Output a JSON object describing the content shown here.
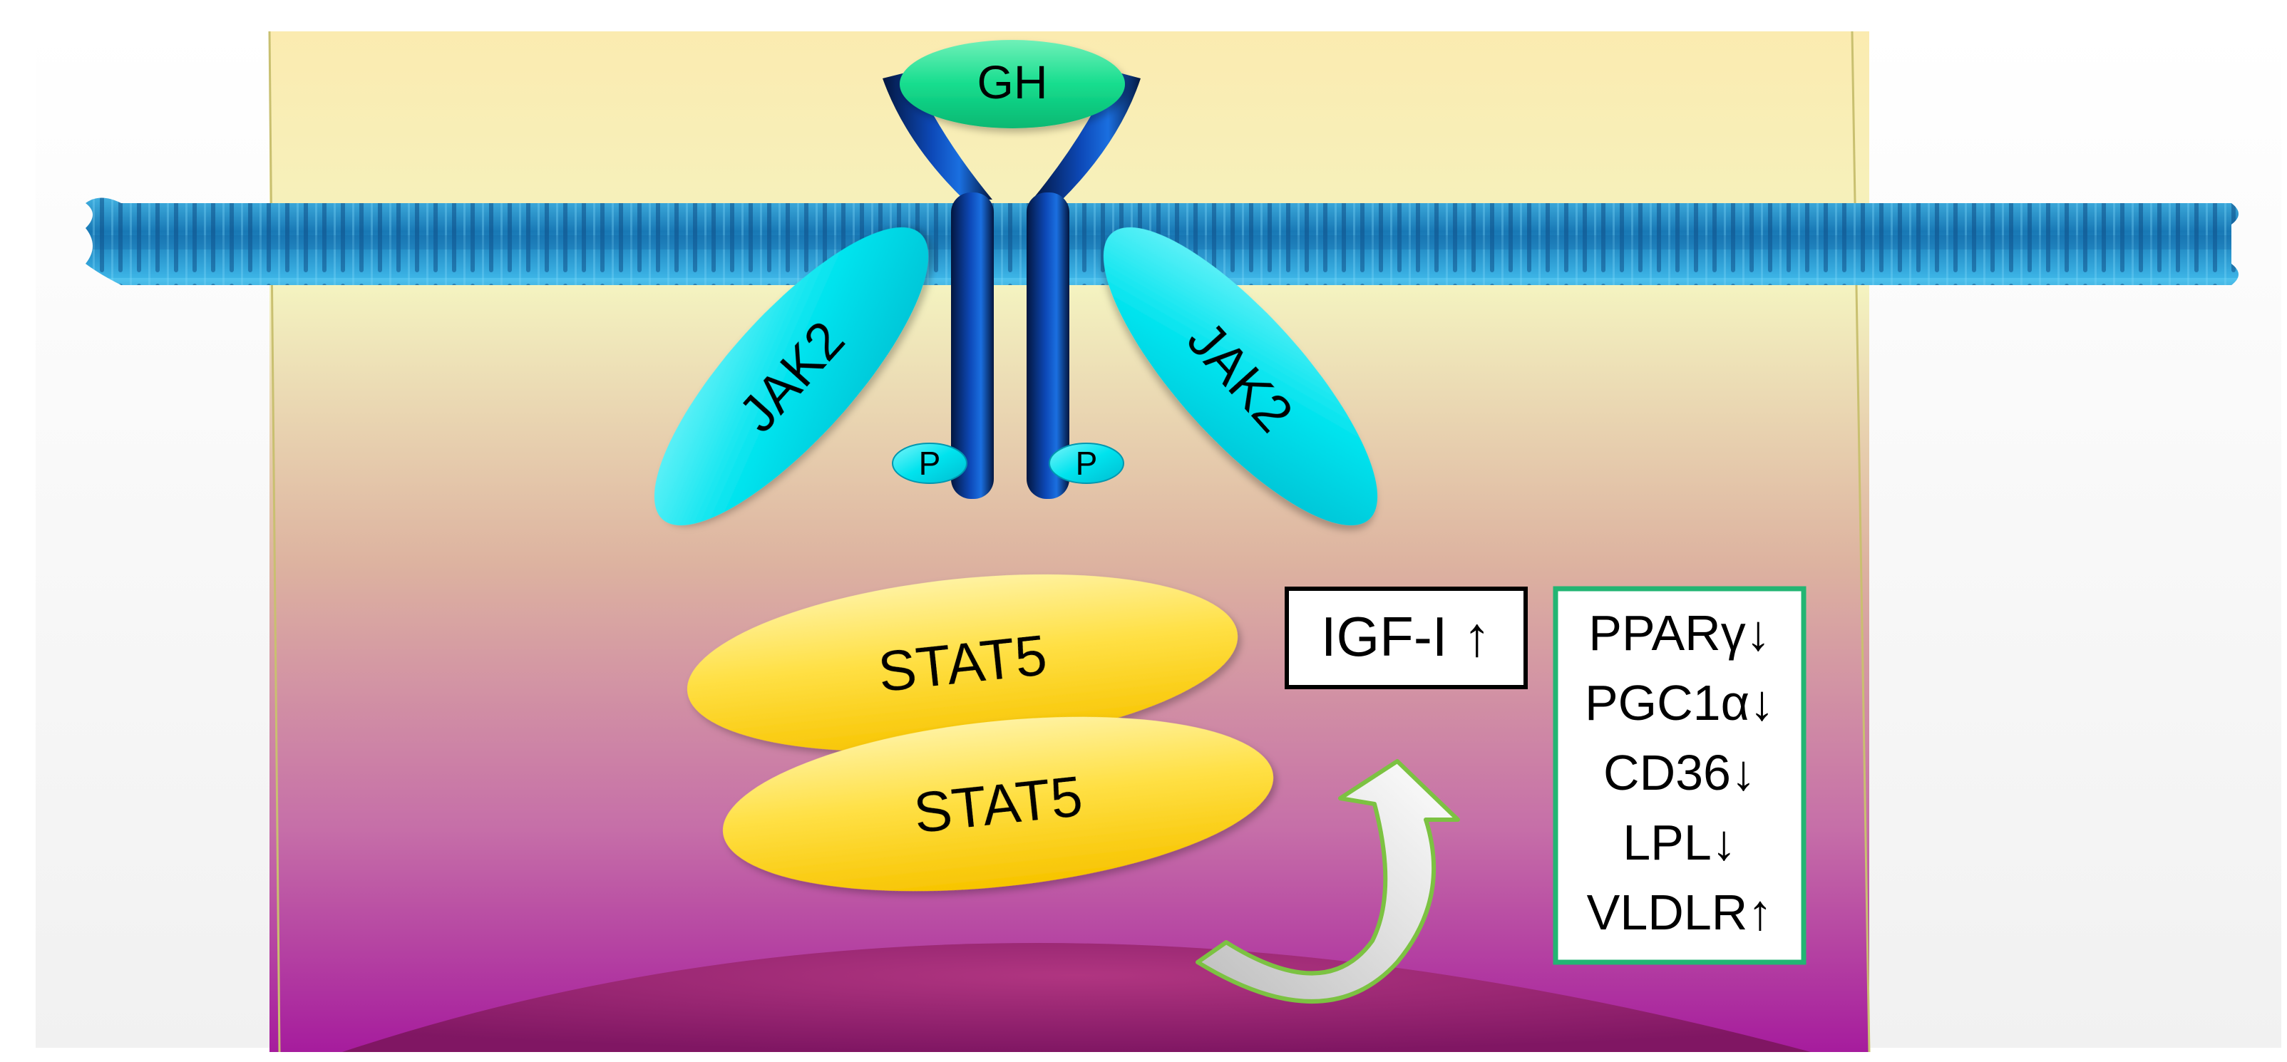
{
  "ligand": {
    "label": "GH"
  },
  "kinases": [
    {
      "label": "JAK2"
    },
    {
      "label": "JAK2"
    }
  ],
  "phosphates": [
    {
      "label": "P"
    },
    {
      "label": "P"
    }
  ],
  "transcription_factors": [
    {
      "label": "STAT5"
    },
    {
      "label": "STAT5"
    }
  ],
  "igf_box": {
    "label": "IGF-I ↑"
  },
  "gene_box": {
    "items": [
      {
        "label": "PPARγ↓"
      },
      {
        "label": "PGC1α↓"
      },
      {
        "label": "CD36↓"
      },
      {
        "label": "LPL↓"
      },
      {
        "label": "VLDLR↑"
      }
    ]
  },
  "colors": {
    "membrane": "#1E90C8",
    "receptor": "#0B3FA8",
    "jak": "#00E5EE",
    "stat": "#FFD21E",
    "ligand": "#00D98A",
    "gene_box_border": "#22B573",
    "arrow_outline": "#7CC242"
  }
}
